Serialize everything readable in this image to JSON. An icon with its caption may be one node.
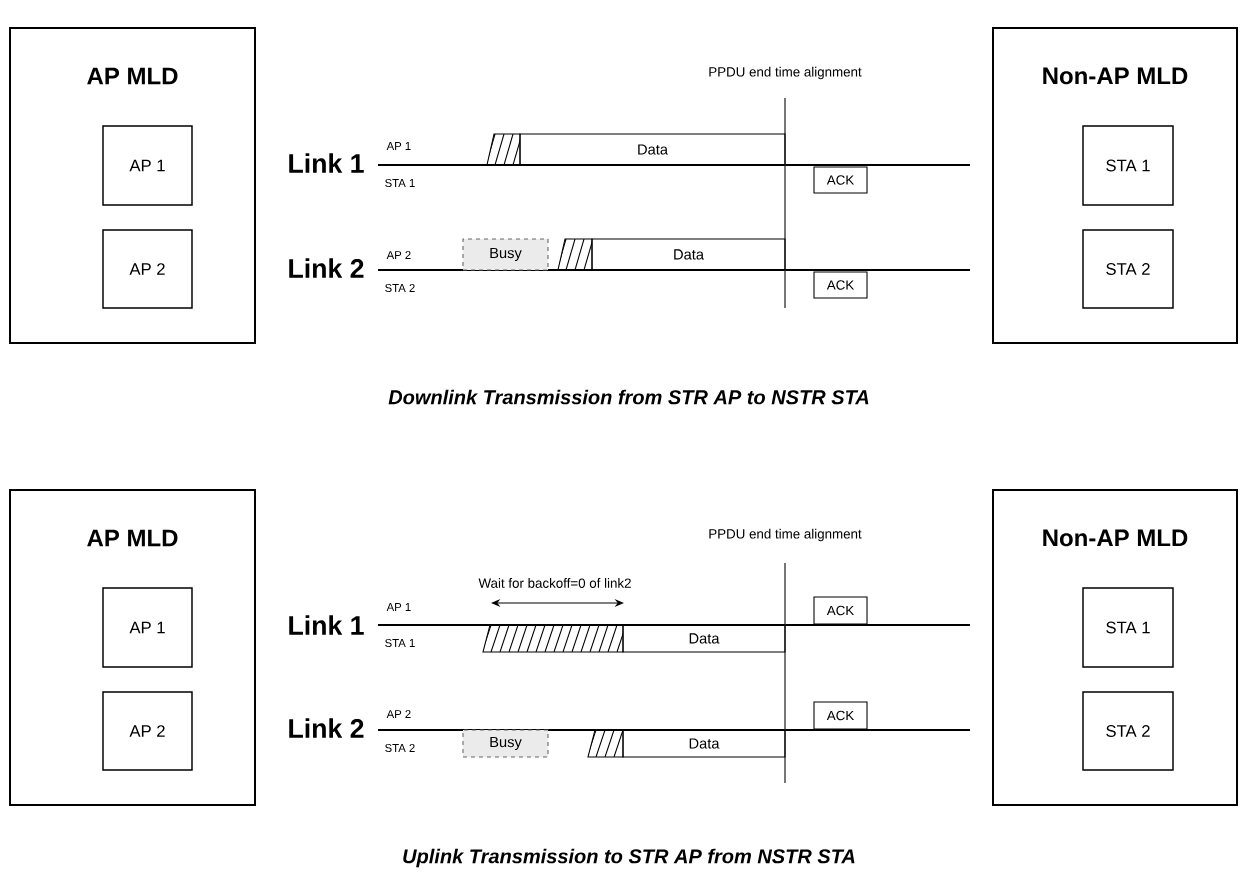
{
  "diagram": {
    "nodes": [
      {
        "text": [
          "AP MLD"
        ]
      },
      {
        "text": [
          "AP 1"
        ],
        "in": 0
      },
      {
        "text": [
          "AP 2"
        ],
        "in": 0
      },
      {
        "text": [
          "Data"
        ]
      },
      {
        "text": [
          "ACK"
        ]
      },
      {
        "text": [
          "Busy"
        ]
      },
      {
        "text": [
          "Data"
        ]
      },
      {
        "text": [
          "ACK"
        ]
      },
      {
        "text": [
          "Non-AP MLD"
        ]
      },
      {
        "text": [
          "STA 1"
        ],
        "in": 8
      },
      {
        "text": [
          "STA 2"
        ],
        "in": 8
      },
      {
        "text": [
          "AP MLD"
        ]
      },
      {
        "text": [
          "AP 1"
        ],
        "in": 11
      },
      {
        "text": [
          "AP 2"
        ],
        "in": 11
      },
      {
        "text": [
          "ACK"
        ]
      },
      {
        "text": [
          "Data"
        ]
      },
      {
        "text": [
          "ACK"
        ]
      },
      {
        "text": [
          "Busy"
        ]
      },
      {
        "text": [
          "Data"
        ]
      },
      {
        "text": [
          "Non-AP MLD"
        ]
      },
      {
        "text": [
          "STA 1"
        ],
        "in": 19
      },
      {
        "text": [
          "STA 2"
        ],
        "in": 19
      }
    ],
    "labels": [
      "PPDU end time alignment",
      "Link 1",
      "AP 1",
      "STA 1",
      "Link 2",
      "AP 2",
      "STA 2",
      "Downlink Transmission from STR AP to NSTR STA",
      "PPDU end time alignment",
      "Wait for backoff=0 of link2",
      "Link 1",
      "AP 1",
      "STA 1",
      "Link 2",
      "AP 2",
      "STA 2",
      "Uplink Transmission to STR AP from NSTR STA"
    ]
  }
}
